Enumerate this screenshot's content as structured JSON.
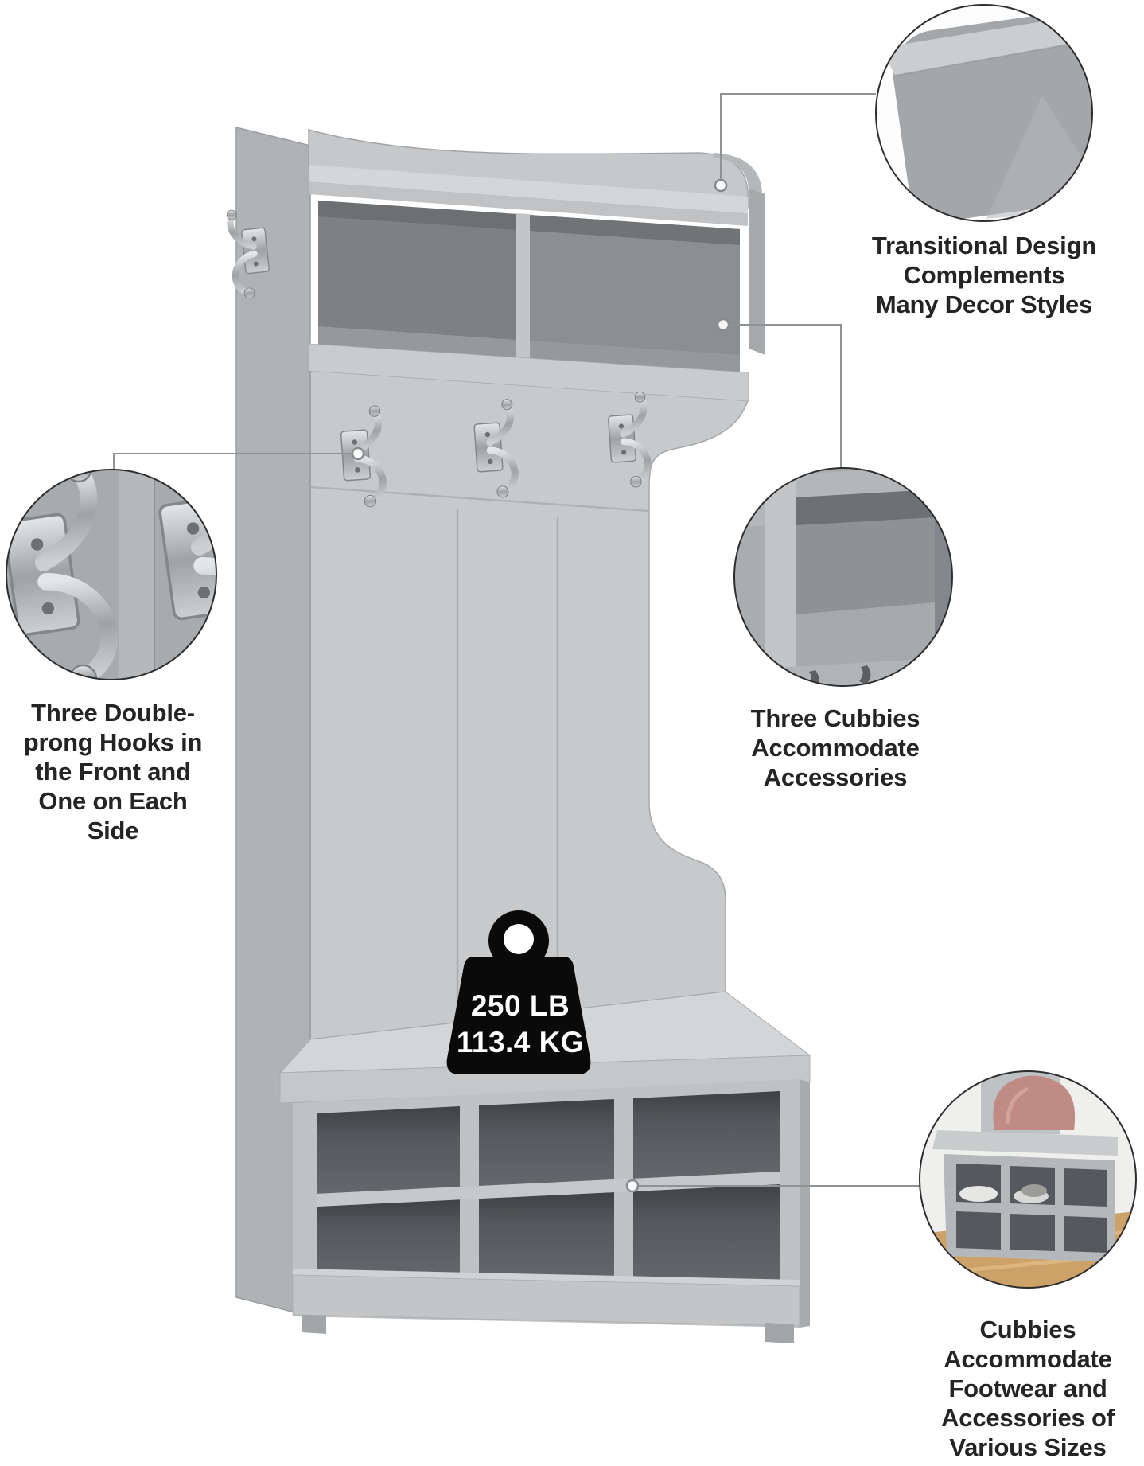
{
  "image": {
    "kind": "product-feature-infographic",
    "background": "#ffffff"
  },
  "weight_badge": {
    "pounds": "250 LB",
    "kilograms": "113.4 KG"
  },
  "callouts": {
    "corner": {
      "label": "Transitional Design\nComplements\nMany Decor Styles"
    },
    "hooks": {
      "label": "Three Double-\nprong Hooks in\nthe Front and\nOne on Each\nSide"
    },
    "cubbies": {
      "label": "Three Cubbies\nAccommodate\nAccessories"
    },
    "bench": {
      "label": "Cubbies\nAccommodate\nFootwear and\nAccessories of\nVarious Sizes"
    }
  },
  "colors": {
    "label_text": "#242424",
    "furniture_light": "#d3d5d7",
    "furniture_mid": "#c6c8ca",
    "furniture_side": "#b0b3b5",
    "hutch_interior": "#7e8184",
    "cubby_interior": "#54575b",
    "metal_hook": "#c7cacc",
    "weight_black": "#0a0a0a",
    "weight_text": "#fefefe",
    "floor_wood": "#cda269",
    "blanket_pink": "#c08b84",
    "callout_border": "#2d2d2d",
    "leader_line": "#909396"
  }
}
